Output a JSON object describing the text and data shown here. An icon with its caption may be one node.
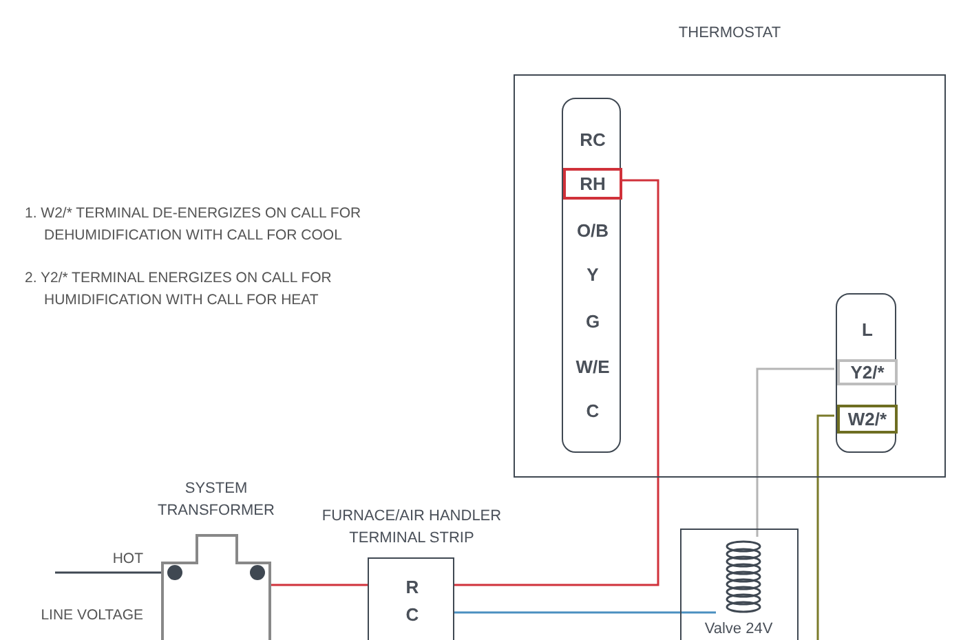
{
  "diagram": {
    "nodes": [
      {
        "text": [
          "THERMOSTAT"
        ]
      },
      {
        "text": [],
        "shape": "box",
        "in": 0
      },
      {
        "text": [
          "RC"
        ],
        "in": 1
      },
      {
        "text": [
          "RH"
        ],
        "in": 1
      },
      {
        "text": [
          "O/B"
        ],
        "in": 1
      },
      {
        "text": [
          "Y"
        ],
        "in": 1
      },
      {
        "text": [
          "G"
        ],
        "in": 1
      },
      {
        "text": [
          "W/E"
        ],
        "in": 1
      },
      {
        "text": [
          "C"
        ],
        "in": 1
      },
      {
        "text": [],
        "shape": "box",
        "in": 0
      },
      {
        "text": [
          "L"
        ],
        "in": 9
      },
      {
        "text": [
          "Y2/*"
        ],
        "in": 9
      },
      {
        "text": [
          "W2/*"
        ],
        "in": 9
      },
      {
        "text": [
          "SYSTEM TRANSFORMER"
        ]
      },
      {
        "text": [
          "FURNACE/AIR HANDLER TERMINAL STRIP"
        ]
      },
      {
        "text": [
          "R"
        ],
        "in": 14
      },
      {
        "text": [
          "C"
        ],
        "in": 14
      },
      {
        "text": [
          "Valve 24V"
        ]
      },
      {
        "text": [],
        "shape": "picture",
        "in": 17
      }
    ],
    "edges": [
      {
        "from": null,
        "to": 13,
        "arrow": "none",
        "color": "#3f4852"
      },
      {
        "from": 13,
        "to": 15,
        "arrow": "none",
        "color": "#d0313a"
      },
      {
        "from": 15,
        "to": 3,
        "arrow": "none",
        "color": "#d0313a"
      },
      {
        "from": 16,
        "to": 18,
        "arrow": "none",
        "color": "#4a8fc0"
      },
      {
        "from": 11,
        "to": 18,
        "arrow": "none",
        "color": "#b5b5b5"
      },
      {
        "from": 12,
        "to": null,
        "arrow": "none",
        "color": "#7a7a2a"
      }
    ],
    "labels": [
      "1. W2/* TERMINAL DE-ENERGIZES ON CALL FOR DEHUMIDIFICATION WITH CALL FOR COOL",
      "2. Y2/* TERMINAL ENERGIZES ON CALL FOR HUMIDIFICATION WITH CALL FOR HEAT",
      "HOT",
      "LINE VOLTAGE"
    ]
  }
}
